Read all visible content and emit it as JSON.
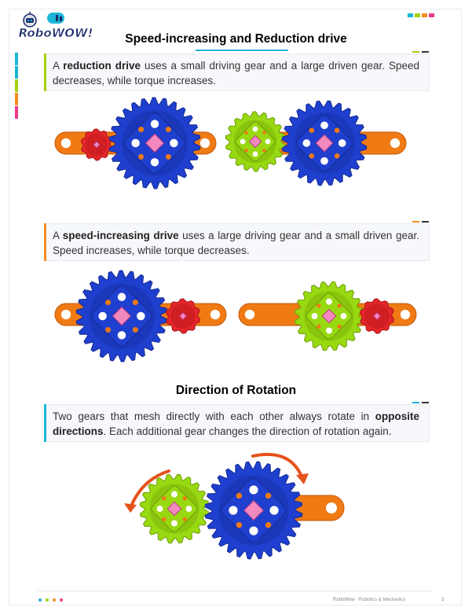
{
  "logo": {
    "text": "RoboWow!"
  },
  "colors": {
    "cyan": "#1bb5d6",
    "lime": "#a3d10f",
    "orange": "#f68b1f",
    "pink": "#ec3a8a",
    "blue": "#1f3fce",
    "gear_lime": "#98d912",
    "gear_red": "#e5262a",
    "strip": "#f07a14"
  },
  "section1": {
    "title": "Speed-increasing and Reduction drive",
    "reduction": {
      "pre": "A ",
      "term": "reduction drive",
      "post": " uses a small driving gear and a large driven gear. Speed decreases, while torque increases."
    },
    "speed": {
      "pre": "A ",
      "term": "speed-increasing drive",
      "post": " uses a large driving gear and a small driven gear. Speed increases, while torque decreases."
    }
  },
  "section2": {
    "title": "Direction of Rotation",
    "pre": "Two gears that mesh directly with each other always rotate in ",
    "term": "opposite directions",
    "post": ". Each additional gear changes the direction of rotation again."
  },
  "footer": {
    "text": "RoboWow · Robotics & Mechanics",
    "page": "3"
  }
}
